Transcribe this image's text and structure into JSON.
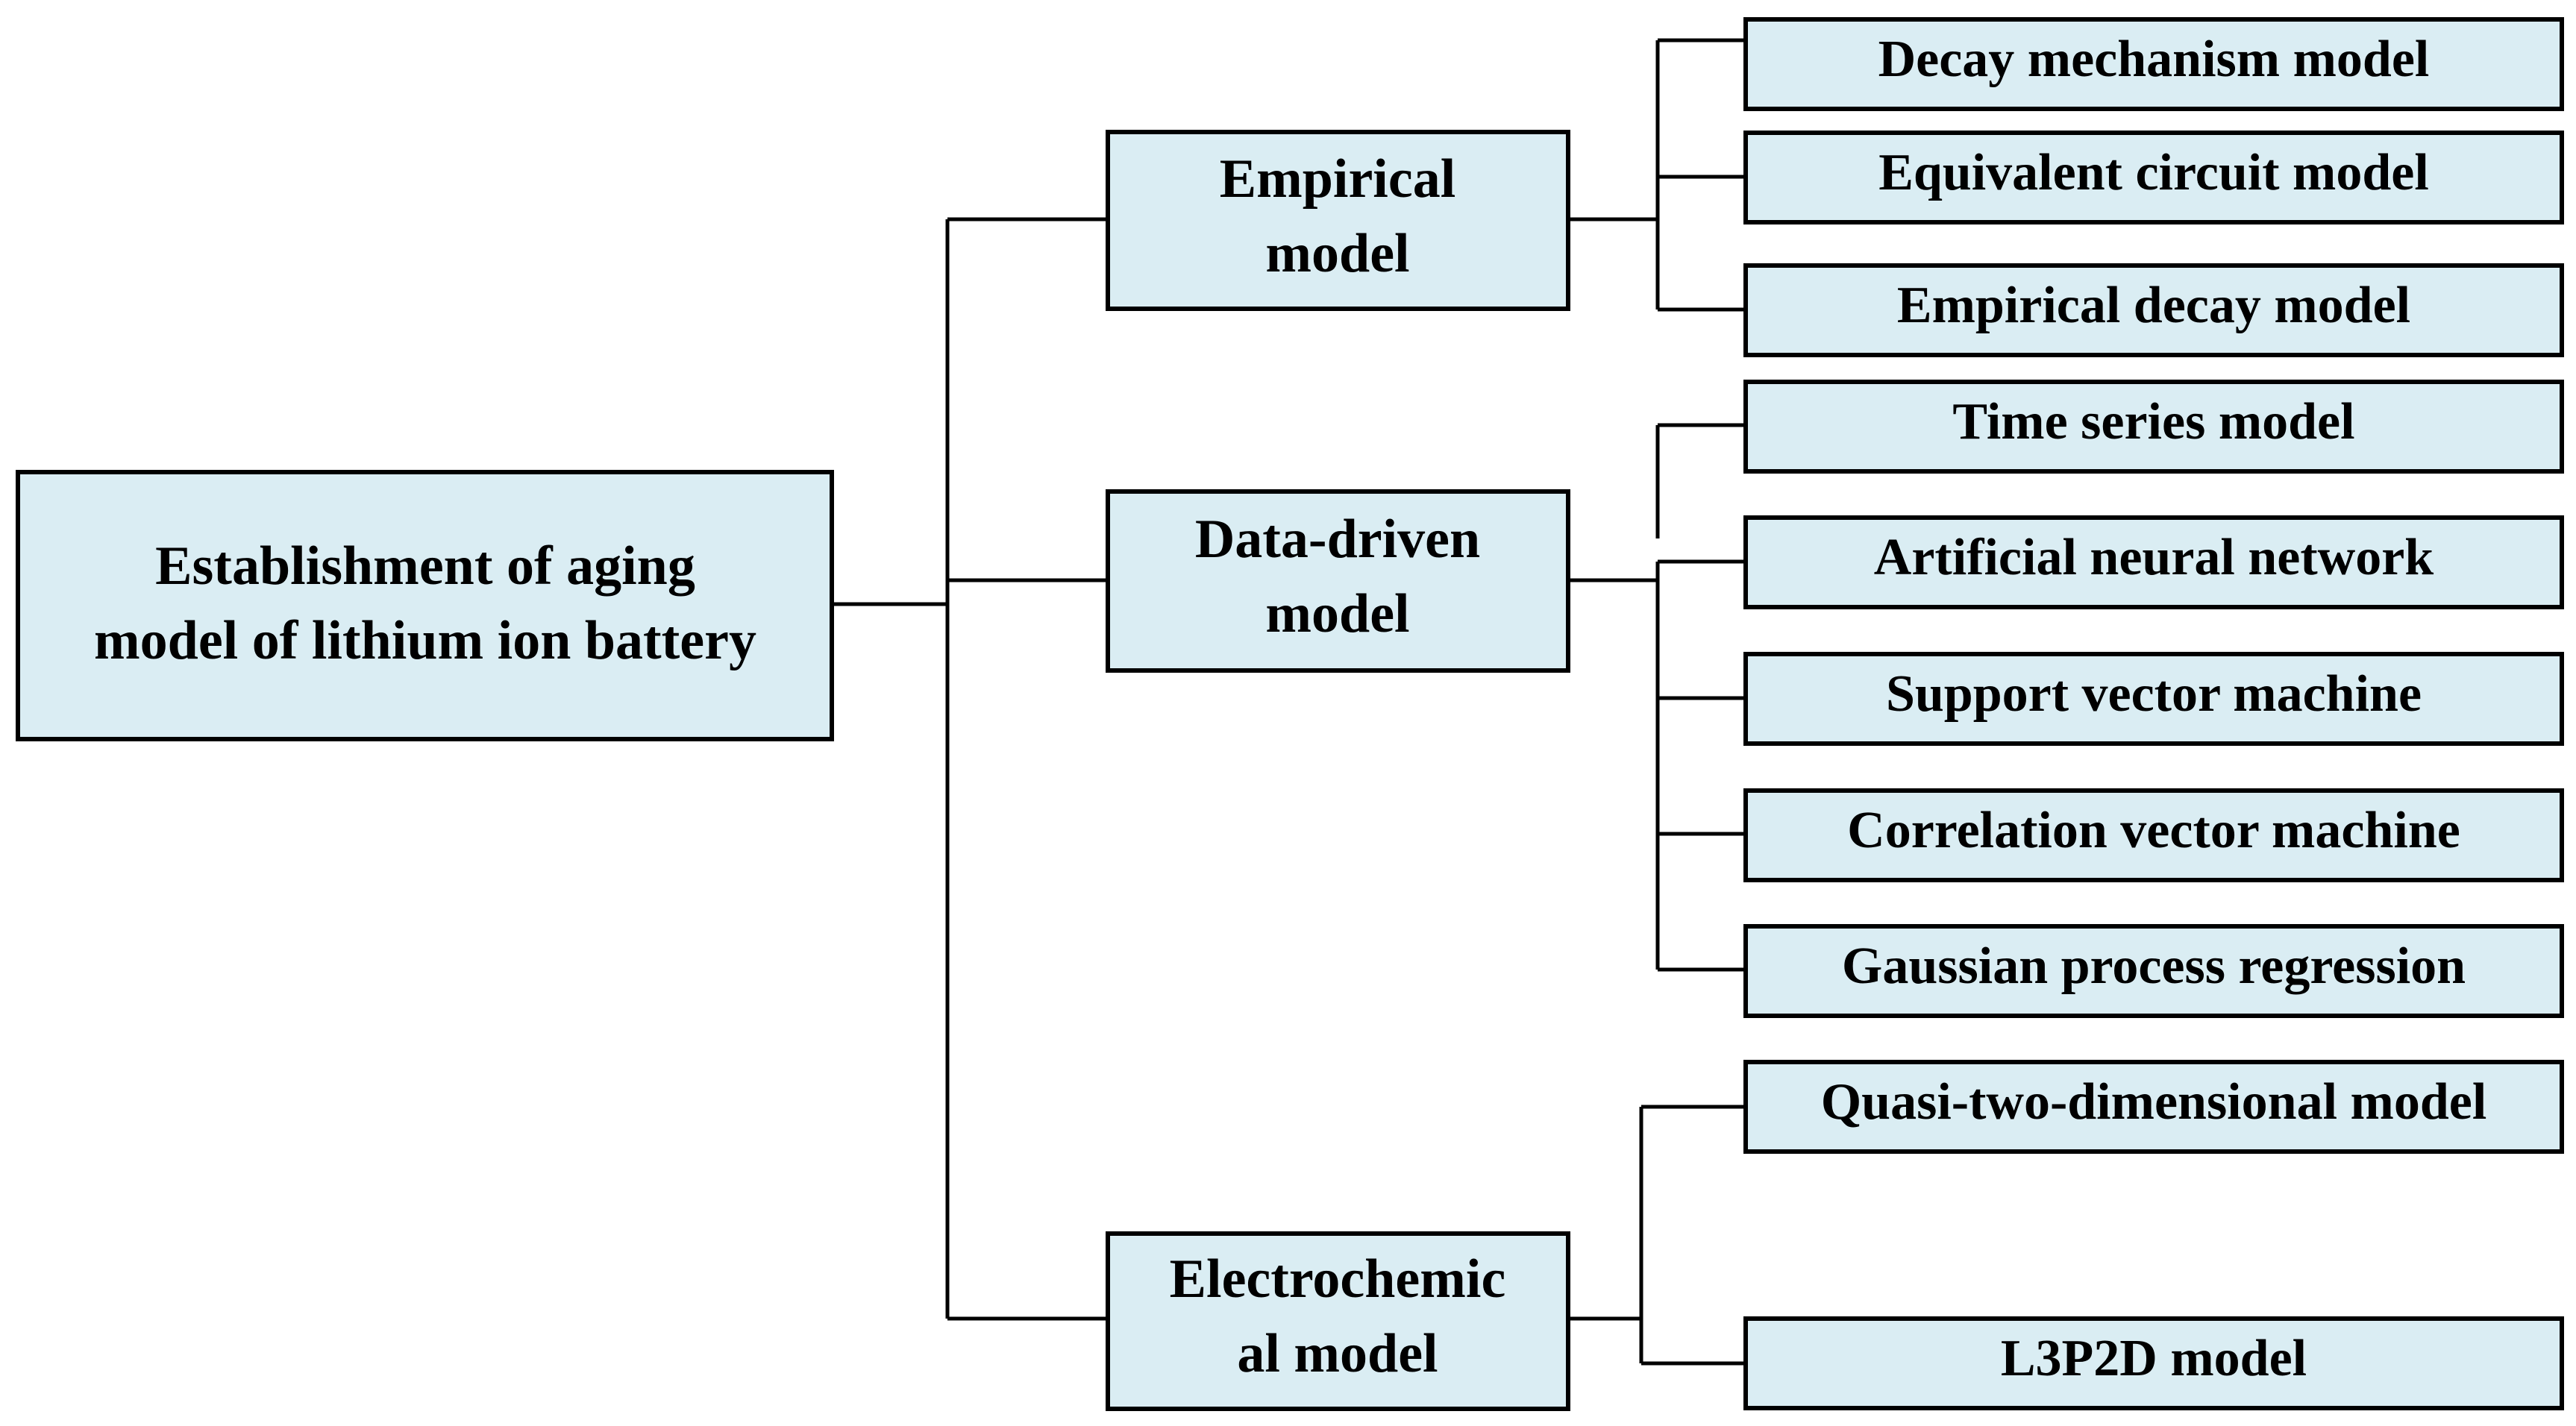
{
  "root": {
    "lines": [
      "Establishment of aging",
      "model of lithium ion battery"
    ]
  },
  "categories": [
    {
      "id": "empirical",
      "lines": [
        "Empirical",
        "model"
      ],
      "children": [
        "Decay mechanism model",
        "Equivalent circuit model",
        "Empirical decay model"
      ]
    },
    {
      "id": "data-driven",
      "lines": [
        "Data-driven",
        "model"
      ],
      "children": [
        "Time series model",
        "Artificial neural network",
        "Support vector machine",
        "Correlation vector machine",
        "Gaussian process regression"
      ]
    },
    {
      "id": "electrochemical",
      "lines": [
        "Electrochemic",
        "al model"
      ],
      "children": [
        "Quasi-two-dimensional model",
        "L3P2D model"
      ]
    }
  ],
  "colors": {
    "box_fill": "#daedf3",
    "box_stroke": "#000000",
    "text": "#000000"
  }
}
